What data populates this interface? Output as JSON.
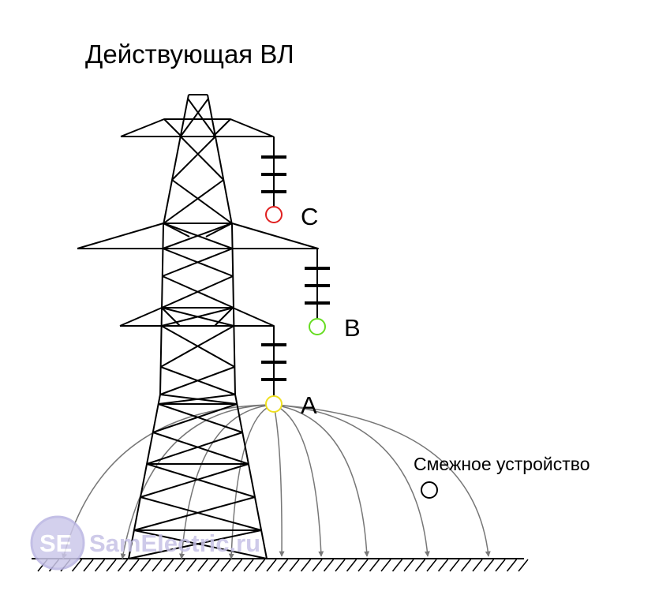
{
  "title": "Действующая ВЛ",
  "phases": [
    {
      "label": "C",
      "color": "#e02020"
    },
    {
      "label": "B",
      "color": "#66dd22"
    },
    {
      "label": "A",
      "color": "#f0e020"
    }
  ],
  "adjacent_device": {
    "label": "Смежное устройство",
    "color": "#000000"
  },
  "watermark": {
    "text": "SamElectric.ru",
    "logo": "SE",
    "color": "#b9b4e2"
  },
  "colors": {
    "lines": "#000000",
    "field": "#777777"
  }
}
